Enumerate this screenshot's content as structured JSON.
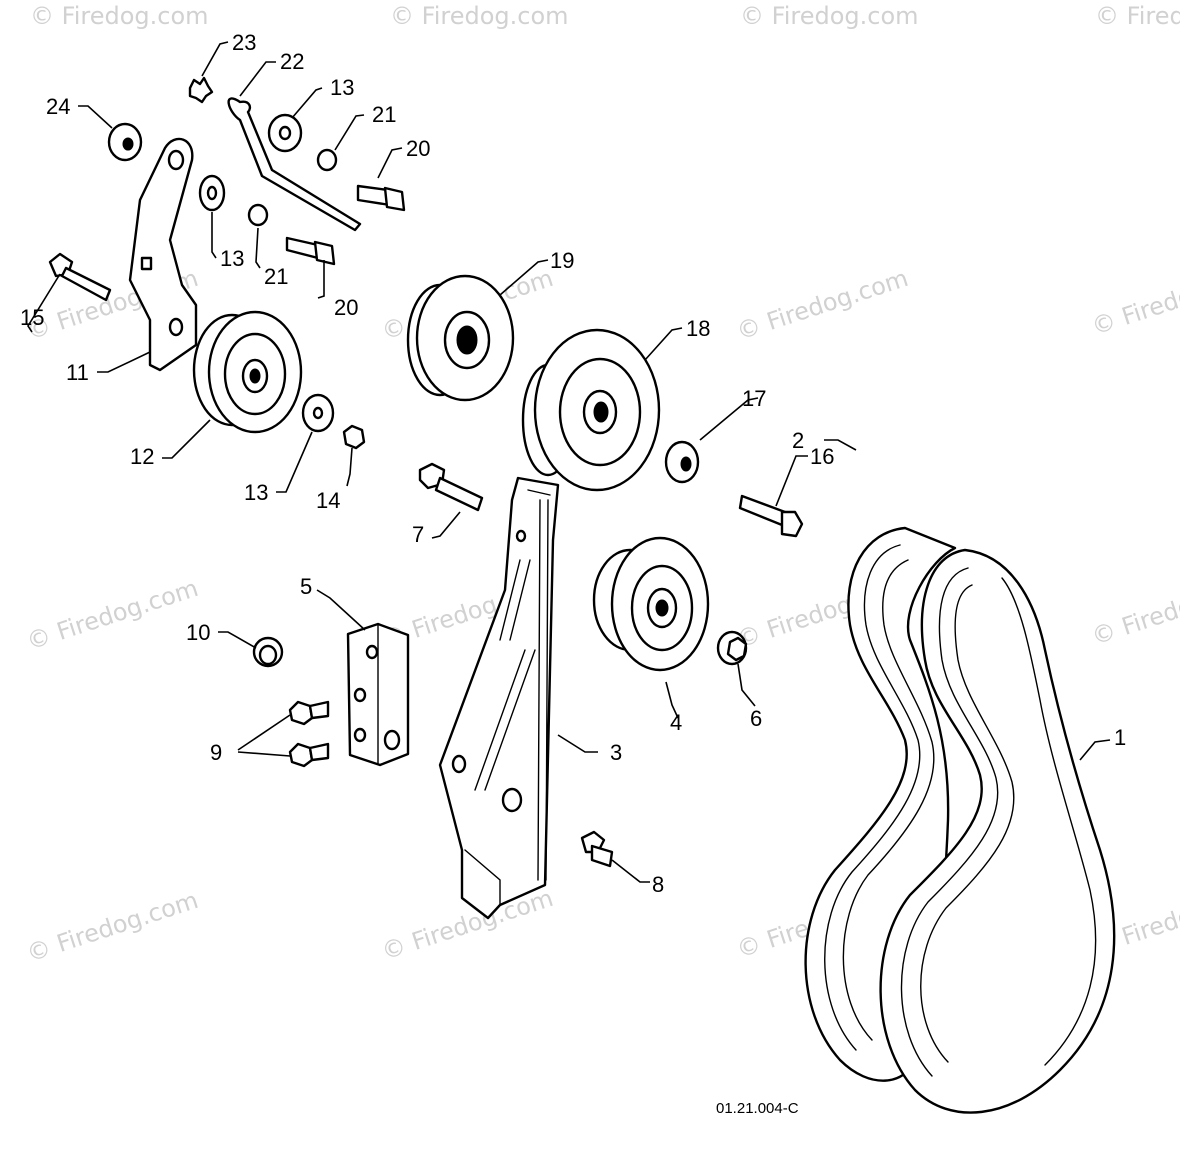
{
  "watermark_text": "© Firedog.com",
  "drawing_reference": "01.21.004-C",
  "callouts": [
    {
      "id": "c1",
      "label": "1"
    },
    {
      "id": "c2",
      "label": "2"
    },
    {
      "id": "c3",
      "label": "3"
    },
    {
      "id": "c4",
      "label": "4"
    },
    {
      "id": "c5",
      "label": "5"
    },
    {
      "id": "c6",
      "label": "6"
    },
    {
      "id": "c7",
      "label": "7"
    },
    {
      "id": "c8",
      "label": "8"
    },
    {
      "id": "c9",
      "label": "9"
    },
    {
      "id": "c10",
      "label": "10"
    },
    {
      "id": "c11",
      "label": "11"
    },
    {
      "id": "c12",
      "label": "12"
    },
    {
      "id": "c13a",
      "label": "13"
    },
    {
      "id": "c13b",
      "label": "13"
    },
    {
      "id": "c13c",
      "label": "13"
    },
    {
      "id": "c14",
      "label": "14"
    },
    {
      "id": "c15",
      "label": "15"
    },
    {
      "id": "c16",
      "label": "16"
    },
    {
      "id": "c17",
      "label": "17"
    },
    {
      "id": "c18",
      "label": "18"
    },
    {
      "id": "c19",
      "label": "19"
    },
    {
      "id": "c20a",
      "label": "20"
    },
    {
      "id": "c20b",
      "label": "20"
    },
    {
      "id": "c21a",
      "label": "21"
    },
    {
      "id": "c21b",
      "label": "21"
    },
    {
      "id": "c22",
      "label": "22"
    },
    {
      "id": "c23",
      "label": "23"
    },
    {
      "id": "c24",
      "label": "24"
    }
  ]
}
